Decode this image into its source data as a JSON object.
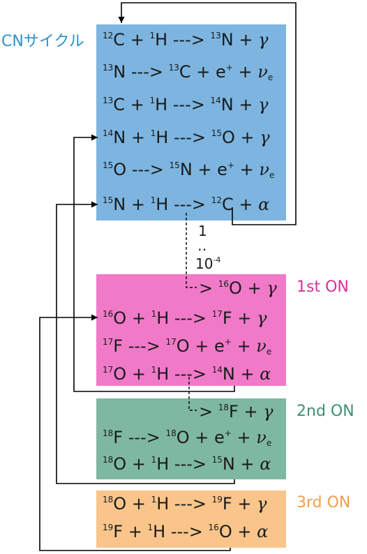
{
  "colors": {
    "cn": "#7db5e0",
    "on1": "#f07ac8",
    "on2": "#7fb8a0",
    "on3": "#f9c58b",
    "cn_label": "#2f8fcf",
    "on1_label": "#d8309a",
    "on2_label": "#3e8f6d",
    "on3_label": "#f0a04a"
  },
  "labels": {
    "cn": "CNサイクル",
    "on1": "1st ON",
    "on2": "2nd ON",
    "on3": "3rd ON"
  },
  "branch_ratio": {
    "top": "1",
    "dots": "‥",
    "bottom_base": "10",
    "bottom_exp": "-4"
  },
  "arrow": "--->",
  "plus": "+",
  "gamma": "γ",
  "alpha": "α",
  "nu": "ν",
  "nu_sub": "e",
  "positron": "e",
  "positron_sup": "+",
  "cn": {
    "r1": {
      "a_mass": "12",
      "a": "C",
      "b_mass": "1",
      "b": "H",
      "c_mass": "13",
      "c": "N"
    },
    "r2": {
      "a_mass": "13",
      "a": "N",
      "c_mass": "13",
      "c": "C"
    },
    "r3": {
      "a_mass": "13",
      "a": "C",
      "b_mass": "1",
      "b": "H",
      "c_mass": "14",
      "c": "N"
    },
    "r4": {
      "a_mass": "14",
      "a": "N",
      "b_mass": "1",
      "b": "H",
      "c_mass": "15",
      "c": "O"
    },
    "r5": {
      "a_mass": "15",
      "a": "O",
      "c_mass": "15",
      "c": "N"
    },
    "r6": {
      "a_mass": "15",
      "a": "N",
      "b_mass": "1",
      "b": "H",
      "c_mass": "12",
      "c": "C"
    }
  },
  "on1": {
    "r0": {
      "c_mass": "16",
      "c": "O"
    },
    "r1": {
      "a_mass": "16",
      "a": "O",
      "b_mass": "1",
      "b": "H",
      "c_mass": "17",
      "c": "F"
    },
    "r2": {
      "a_mass": "17",
      "a": "F",
      "c_mass": "17",
      "c": "O"
    },
    "r3": {
      "a_mass": "17",
      "a": "O",
      "b_mass": "1",
      "b": "H",
      "c_mass": "14",
      "c": "N"
    }
  },
  "on2": {
    "r0": {
      "c_mass": "18",
      "c": "F"
    },
    "r1": {
      "a_mass": "18",
      "a": "F",
      "c_mass": "18",
      "c": "O"
    },
    "r2": {
      "a_mass": "18",
      "a": "O",
      "b_mass": "1",
      "b": "H",
      "c_mass": "15",
      "c": "N"
    }
  },
  "on3": {
    "r1": {
      "a_mass": "18",
      "a": "O",
      "b_mass": "1",
      "b": "H",
      "c_mass": "19",
      "c": "F"
    },
    "r2": {
      "a_mass": "19",
      "a": "F",
      "b_mass": "1",
      "b": "H",
      "c_mass": "16",
      "c": "O"
    }
  }
}
